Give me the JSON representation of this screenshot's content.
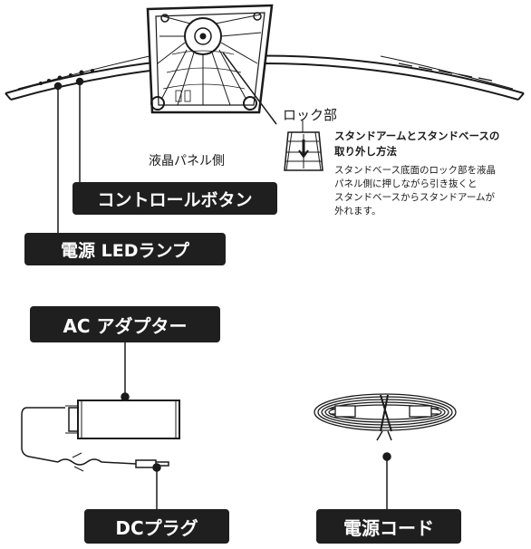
{
  "monitor": {
    "panel_side_label": "液晶パネル側",
    "lock_label": "ロック部",
    "removal_title_line1": "スタンドアームとスタンドベースの",
    "removal_title_line2": "取り外し方法",
    "removal_desc_line1": "スタンドベース底面のロック部を液晶",
    "removal_desc_line2": "パネル側に押しながら引き抜くと",
    "removal_desc_line3": "スタンドベースからスタンドアームが",
    "removal_desc_line4": "外れます。"
  },
  "callouts": {
    "control_buttons": "コントロールボタン",
    "power_led": "電源 LEDランプ",
    "ac_adapter": "AC アダプター",
    "dc_plug": "DCプラグ",
    "power_cord": "電源コード"
  }
}
